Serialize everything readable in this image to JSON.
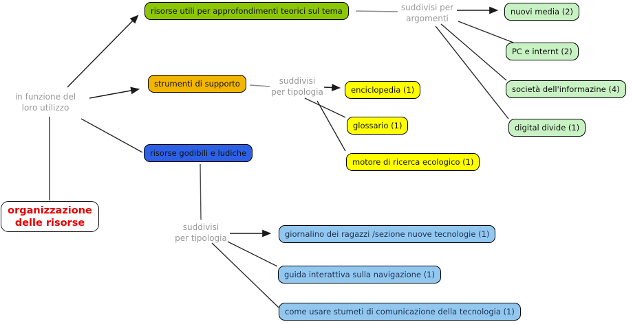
{
  "diagram_title": "organizzazione delle risorse",
  "colors": {
    "theory_node_bg": "#8cc702",
    "support_node_bg": "#f2b600",
    "ludic_node_bg": "#2c61e6",
    "topic_node_bg": "#c8f2c3",
    "tool_node_bg": "#ffff00",
    "ludic_type_node_bg": "#92c8f0",
    "root_node_bg": "#ffffff",
    "root_text": "#e60000",
    "link_label_text": "#999999",
    "node_border": "#000000",
    "line_color": "#1a1a1a"
  },
  "root": {
    "line1": "organizzazione",
    "line2": "delle risorse"
  },
  "link_labels": {
    "utilizzo": {
      "line1": "in funzione del",
      "line2": "loro utilizzo"
    },
    "argomenti": {
      "line1": "suddivisi per",
      "line2": "argomenti"
    },
    "tipologia_supporto": {
      "line1": "suddivisi",
      "line2": "per tipologia"
    },
    "tipologia_ludiche": {
      "line1": "suddivisi",
      "line2": "per tipologia"
    }
  },
  "nodes": {
    "risorse_utili": "risorse utili per approfondimenti teorici sul tema",
    "strumenti": "strumenti di supporto",
    "risorse_godibili": "risorse godibili e ludiche",
    "nuovi_media": "nuovi media (2)",
    "pc_e_internet": "PC e internt (2)",
    "societa_informazione": "società dell'informazine (4)",
    "digital_divide": "digital divide (1)",
    "enciclopedia": "enciclopedia (1)",
    "glossario": "glossario (1)",
    "motore_ricerca": "motore di ricerca ecologico (1)",
    "giornalino": "giornalino dei ragazzi /sezione nuove tecnologie (1)",
    "guida_interattiva": "guida interattiva sulla navigazione (1)",
    "come_usare": "come usare stumeti di comunicazione della tecnologia (1)"
  }
}
